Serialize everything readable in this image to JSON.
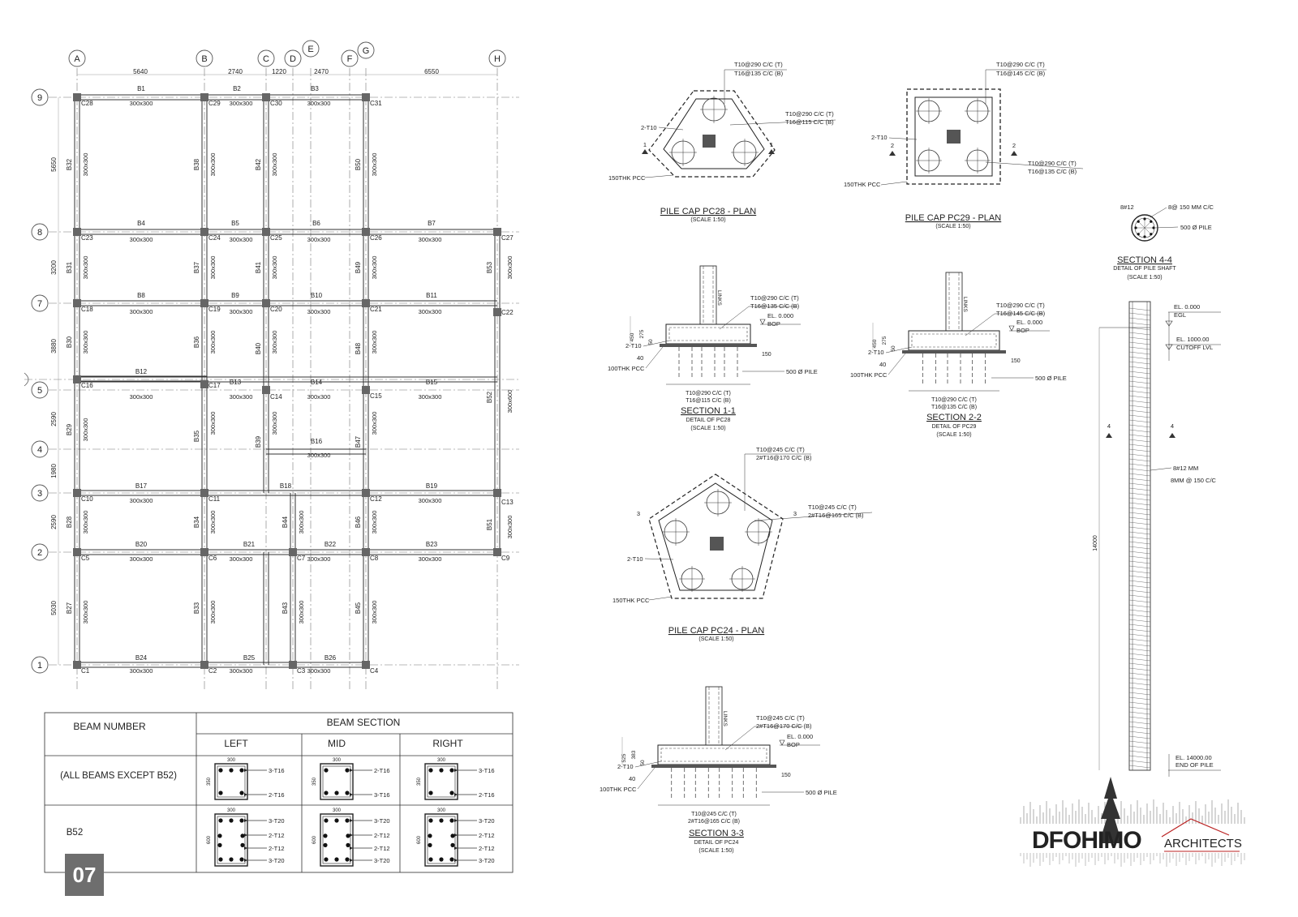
{
  "grid": {
    "cols": [
      "A",
      "B",
      "C",
      "D",
      "E",
      "F",
      "G",
      "H"
    ],
    "rows": [
      "9",
      "8",
      "7",
      "5",
      "4",
      "3",
      "2",
      "1"
    ],
    "col_dims": [
      "5640",
      "2740",
      "1220",
      "2470",
      "6550"
    ],
    "row_dims": [
      "5650",
      "3200",
      "3880",
      "2590",
      "1980",
      "2590",
      "5030"
    ]
  },
  "columns": [
    "C28",
    "C29",
    "C30",
    "C31",
    "C23",
    "C24",
    "C25",
    "C26",
    "C27",
    "C18",
    "C19",
    "C20",
    "C21",
    "C22",
    "C16",
    "C17",
    "C14",
    "C15",
    "C10",
    "C11",
    "C12",
    "C13",
    "C5",
    "C6",
    "C7",
    "C8",
    "C9",
    "C1",
    "C2",
    "C3",
    "C4"
  ],
  "beams_h": [
    "B1",
    "B2",
    "B3",
    "B4",
    "B5",
    "B6",
    "B7",
    "B8",
    "B9",
    "B10",
    "B11",
    "B12",
    "B13",
    "B14",
    "B15",
    "B16",
    "B17",
    "B18",
    "B19",
    "B20",
    "B21",
    "B22",
    "B23",
    "B24",
    "B25",
    "B26"
  ],
  "beams_v": [
    "B32",
    "B38",
    "B42",
    "B50",
    "B31",
    "B37",
    "B41",
    "B49",
    "B53",
    "B30",
    "B36",
    "B40",
    "B48",
    "B29",
    "B35",
    "B39",
    "B47",
    "B52",
    "B28",
    "B34",
    "B44",
    "B46",
    "B51",
    "B27",
    "B33",
    "B43",
    "B45"
  ],
  "beam_size": "300x300",
  "beam_size_b52": "300x600",
  "table": {
    "h_beam_number": "BEAM NUMBER",
    "h_beam_section": "BEAM SECTION",
    "h_left": "LEFT",
    "h_mid": "MID",
    "h_right": "RIGHT",
    "row1_label": "(ALL BEAMS EXCEPT B52)",
    "row2_label": "B52",
    "w300": "300",
    "h350": "350",
    "h600": "600",
    "r1": {
      "left_top": "3-T16",
      "left_bot": "2-T16",
      "mid_top": "2-T16",
      "mid_bot": "3-T16",
      "right_top": "3-T16",
      "right_bot": "2-T16"
    },
    "r2": {
      "l1": "3-T20",
      "l2": "2-T12",
      "l3": "2-T12",
      "l4": "3-T20"
    }
  },
  "pc28": {
    "title": "PILE CAP PC28 - PLAN",
    "scale": "(SCALE 1:50)",
    "n1": "T10@290 C/C (T)",
    "n2": "T16@135 C/C (B)",
    "n3": "T10@290 C/C (T)",
    "n4": "T16@115 C/C (B)",
    "bars": "2-T10",
    "pcc": "150THK PCC",
    "sec": "1"
  },
  "pc29": {
    "title": "PILE CAP PC29 - PLAN",
    "scale": "(SCALE 1:50)",
    "n1": "T10@290 C/C (T)",
    "n2": "T16@145 C/C (B)",
    "n3": "T10@290 C/C (T)",
    "n4": "T16@135 C/C (B)",
    "bars": "2-T10",
    "pcc": "150THK PCC",
    "sec": "2"
  },
  "pc24": {
    "title": "PILE CAP PC24 - PLAN",
    "scale": "(SCALE 1:50)",
    "n1": "T10@245 C/C (T)",
    "n2": "2#T16@170 C/C (B)",
    "n3": "T10@245 C/C (T)",
    "n4": "2#T16@165 C/C (B)",
    "bars": "2-T10",
    "pcc": "150THK PCC",
    "sec": "3"
  },
  "s11": {
    "title": "SECTION 1-1",
    "sub": "DETAIL OF PC28",
    "scale": "(SCALE 1:50)",
    "t1": "T10@290 C/C (T)",
    "t2": "T16@135 C/C (B)",
    "b1": "T10@290 C/C (T)",
    "b2": "T16@115 C/C (B)",
    "el": "EL. 0.000",
    "bop": "BOP",
    "links": "LINKS",
    "pile": "500 Ø PILE",
    "pcc": "100THK PCC",
    "bars": "2-T10",
    "d450": "450",
    "d275": "275",
    "d50": "50",
    "d40": "40",
    "d150": "150"
  },
  "s22": {
    "title": "SECTION 2-2",
    "sub": "DETAIL OF PC29",
    "scale": "(SCALE 1:50)",
    "t1": "T10@290 C/C (T)",
    "t2": "T16@145 C/C (B)",
    "b1": "T10@290 C/C (T)",
    "b2": "T16@135 C/C (B)",
    "el": "EL. 0.000",
    "bop": "BOP",
    "links": "LINKS",
    "pile": "500 Ø PILE",
    "pcc": "100THK PCC",
    "bars": "2-T10",
    "d450": "450",
    "d275": "275",
    "d50": "50",
    "d40": "40",
    "d150": "150"
  },
  "s33": {
    "title": "SECTION 3-3",
    "sub": "DETAIL OF PC24",
    "scale": "(SCALE 1:50)",
    "t1": "T10@245 C/C (T)",
    "t2": "2#T16@170 C/C (B)",
    "b1": "T10@245 C/C (T)",
    "b2": "2#T16@165 C/C (B)",
    "el": "EL. 0.000",
    "bop": "BOP",
    "links": "LINKS",
    "pile": "500 Ø PILE",
    "pcc": "100THK PCC",
    "bars": "2-T10",
    "d525": "525",
    "d383": "383",
    "d50": "50",
    "d40": "40",
    "d150": "150"
  },
  "s44": {
    "title": "SECTION 4-4",
    "sub": "DETAIL OF PILE SHAFT",
    "scale": "(SCALE 1:50)",
    "bars": "8#12",
    "links": "8@ 150 MM C/C",
    "pile": "500 Ø PILE"
  },
  "pile": {
    "el0": "EL. 0.000",
    "egl": "EGL",
    "el1": "EL. 1000.00",
    "cutoff": "CUTOFF LVL",
    "bars": "8#12 MM",
    "links": "8MM @ 150 C/C",
    "len": "14000",
    "sec": "4",
    "el2": "EL. 14000.00",
    "end": "END OF PILE"
  },
  "logo": {
    "name": "DFOHIMO",
    "sub": "ARCHITECTS"
  },
  "page_number": "07"
}
